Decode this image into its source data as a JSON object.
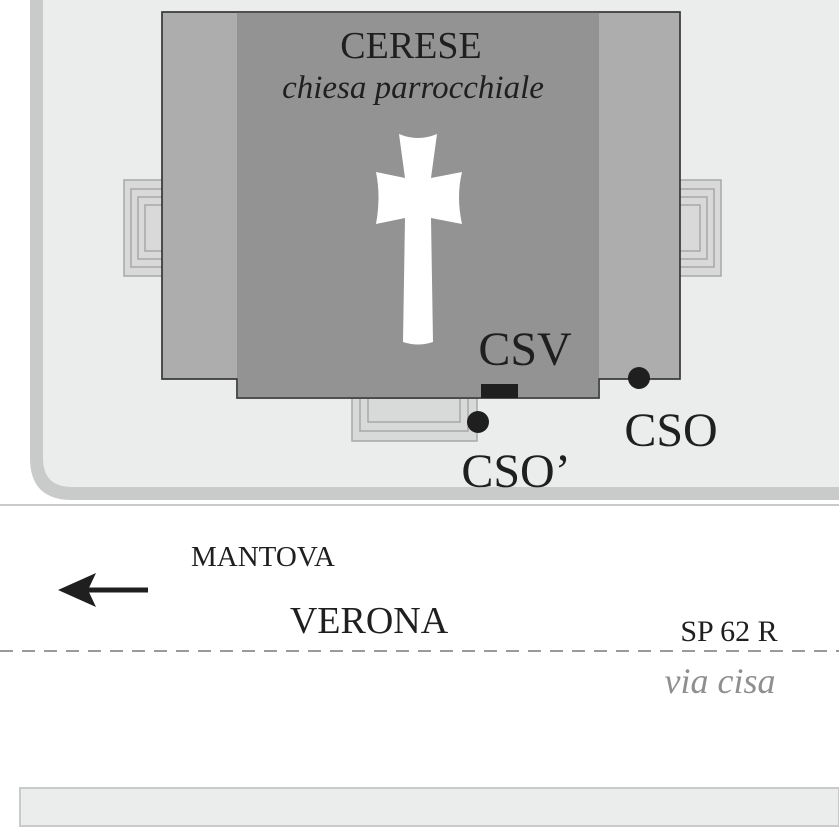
{
  "church": {
    "name": "CERESE",
    "subtitle": "chiesa parrocchiale",
    "symbol": "cross-icon"
  },
  "markers": {
    "csv": {
      "label": "CSV",
      "shape": "rectangle"
    },
    "cso": {
      "label": "CSO",
      "shape": "dot"
    },
    "cso_prime": {
      "label": "CSO’",
      "shape": "dot"
    }
  },
  "road": {
    "direction_city_1": "MANTOVA",
    "direction_city_2": "VERONA",
    "direction_symbol": "arrow-left-icon",
    "road_code": "SP 62 R",
    "road_name": "via cisa"
  },
  "colors": {
    "plaza": "#ebeded",
    "plaza_border": "#c9caca",
    "nave_outer": "#adadad",
    "nave_inner": "#939393",
    "steps": "#d8d9d9",
    "marker": "#1f1f1f",
    "cross": "#ffffff",
    "muted_text": "#8f8f8f"
  }
}
